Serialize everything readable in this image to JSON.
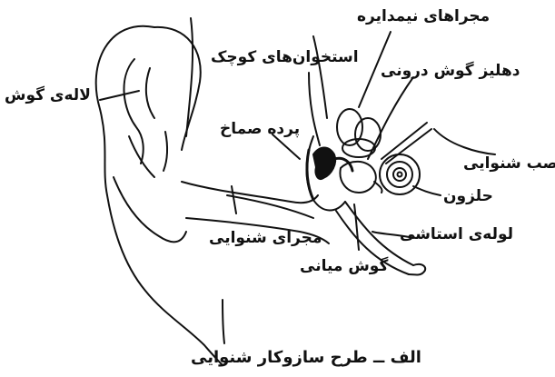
{
  "diagram": {
    "caption": "الف ــ طرح سازوکار شنوایی",
    "labels": {
      "semicircular_canals": "مجراهای نیمدایره",
      "ossicles": "استخوان‌های کوچک",
      "inner_ear_vestibule": "دهلیز گوش درونی",
      "pinna": "لاله‌ی گوش",
      "eardrum": "پرده صماخ",
      "auditory_nerve": "عصب شنوایی",
      "cochlea": "حلزون",
      "ear_canal": "مجرای شنوایی",
      "eustachian_tube": "لوله‌ی استاشی",
      "middle_ear": "گوش میانی"
    }
  },
  "colors": {
    "ink": "#111111",
    "background": "#ffffff"
  }
}
